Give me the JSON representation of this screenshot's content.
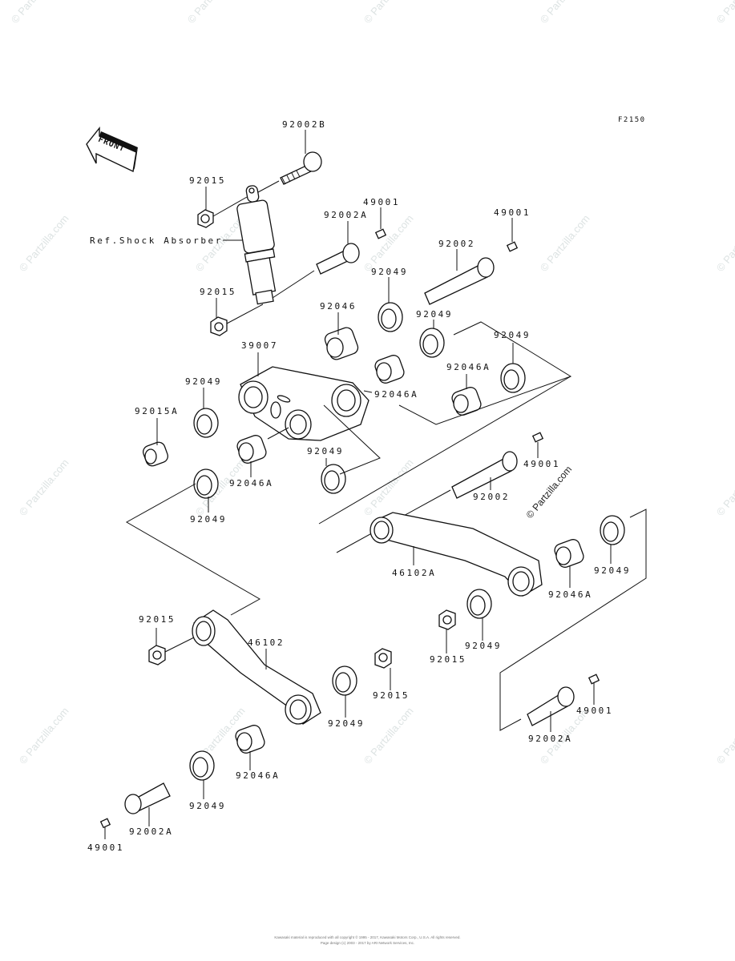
{
  "diagram": {
    "figure_code": "F2150",
    "front_label": "FRONT",
    "ref_label": "Ref.Shock Absorber",
    "watermark": "© Partzilla.com",
    "callouts": [
      {
        "id": "c1",
        "text": "92002B"
      },
      {
        "id": "c2",
        "text": "92015"
      },
      {
        "id": "c3",
        "text": "92002A"
      },
      {
        "id": "c4",
        "text": "49001"
      },
      {
        "id": "c5",
        "text": "49001"
      },
      {
        "id": "c6",
        "text": "92002"
      },
      {
        "id": "c7",
        "text": "92049"
      },
      {
        "id": "c8",
        "text": "92015"
      },
      {
        "id": "c9",
        "text": "92046"
      },
      {
        "id": "c10",
        "text": "92049"
      },
      {
        "id": "c11",
        "text": "92049"
      },
      {
        "id": "c12",
        "text": "39007"
      },
      {
        "id": "c13",
        "text": "92046A"
      },
      {
        "id": "c14",
        "text": "92046A"
      },
      {
        "id": "c15",
        "text": "92049"
      },
      {
        "id": "c16",
        "text": "92015A"
      },
      {
        "id": "c17",
        "text": "92049"
      },
      {
        "id": "c18",
        "text": "92046A"
      },
      {
        "id": "c19",
        "text": "49001"
      },
      {
        "id": "c20",
        "text": "92049"
      },
      {
        "id": "c21",
        "text": "92002"
      },
      {
        "id": "c22",
        "text": "46102A"
      },
      {
        "id": "c23",
        "text": "92046A"
      },
      {
        "id": "c24",
        "text": "92049"
      },
      {
        "id": "c25",
        "text": "92015"
      },
      {
        "id": "c26",
        "text": "92049"
      },
      {
        "id": "c27",
        "text": "46102"
      },
      {
        "id": "c28",
        "text": "92015"
      },
      {
        "id": "c29",
        "text": "92049"
      },
      {
        "id": "c30",
        "text": "49001"
      },
      {
        "id": "c31",
        "text": "92002A"
      },
      {
        "id": "c32",
        "text": "92046A"
      },
      {
        "id": "c33",
        "text": "92049"
      },
      {
        "id": "c34",
        "text": "92002A"
      },
      {
        "id": "c35",
        "text": "49001"
      }
    ]
  },
  "footer": {
    "line1": "Kawasaki material is reproduced with all copyright © 1995 - 2017, Kawasaki Motors Corp., U.S.A. All rights reserved.",
    "line2": "Page design (c) 2003 - 2017 by ARI Network Services, Inc."
  }
}
